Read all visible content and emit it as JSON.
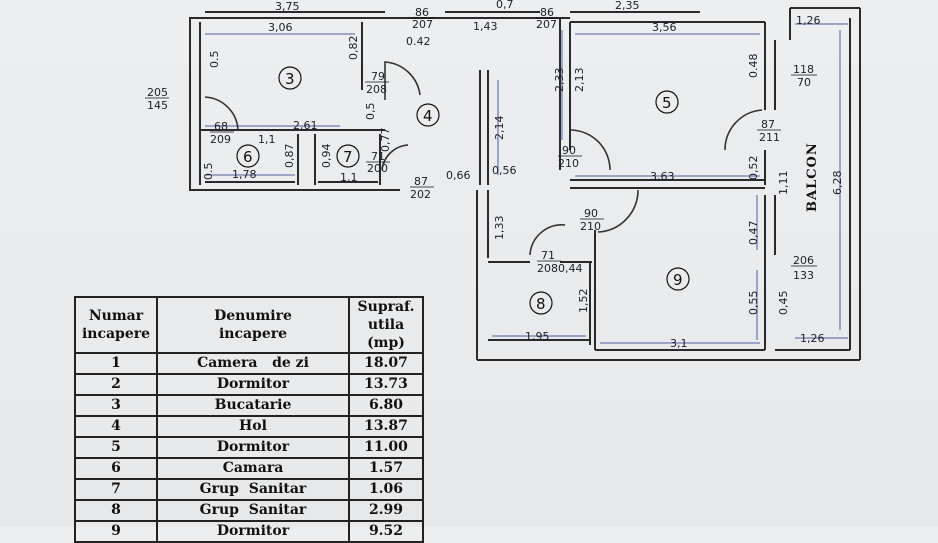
{
  "rooms": [
    {
      "num": "3"
    },
    {
      "num": "4"
    },
    {
      "num": "5"
    },
    {
      "num": "6"
    },
    {
      "num": "7"
    },
    {
      "num": "8"
    },
    {
      "num": "9"
    }
  ],
  "balcony_label": "BALCON",
  "dims": {
    "d375": "3,75",
    "d306": "3,06",
    "d082": "0,82",
    "d042": "0.42",
    "d05a": "0.5",
    "d261": "2,61",
    "d11a": "1,1",
    "d087": "0,87",
    "d05b": "0.5",
    "d178": "1,78",
    "d094": "0,94",
    "d11b": "1,1",
    "d05c": "0,5",
    "d077": "0,77",
    "d066": "0,66",
    "d056": "0,56",
    "d214": "2,14",
    "d133": "1,33",
    "d143": "1,43",
    "d07": "0,7",
    "d233": "2,33",
    "d213": "2,13",
    "d235": "2,35",
    "d356": "3,56",
    "d048": "0.48",
    "d126a": "1,26",
    "d363": "3,63",
    "d052": "0,52",
    "d111": "1,11",
    "d628": "6,28",
    "d047": "0,47",
    "d044": "0,44",
    "d152": "1,52",
    "d195": "1,95",
    "d31": "3,1",
    "d055": "0,55",
    "d045": "0,45",
    "d126b": "1,26"
  },
  "openings": [
    {
      "w": "86",
      "h": "207"
    },
    {
      "w": "86",
      "h": "207"
    },
    {
      "w": "205",
      "h": "145"
    },
    {
      "w": "79",
      "h": "208"
    },
    {
      "w": "68",
      "h": "209"
    },
    {
      "w": "71",
      "h": "200"
    },
    {
      "w": "87",
      "h": "202"
    },
    {
      "w": "90",
      "h": "210"
    },
    {
      "w": "90",
      "h": "210"
    },
    {
      "w": "71",
      "h": "208"
    },
    {
      "w": "118",
      "h": "70"
    },
    {
      "w": "87",
      "h": "211"
    },
    {
      "w": "206",
      "h": "133"
    }
  ],
  "table": {
    "headers": [
      {
        "l1": "Numar",
        "l2": "incapere"
      },
      {
        "l1": "Denumire",
        "l2": "incapere"
      },
      {
        "l1": "Supraf.",
        "l2": "utila",
        "l3": "(mp)"
      }
    ],
    "rows": [
      {
        "n": "1",
        "name": "Camera   de zi",
        "area": "18.07"
      },
      {
        "n": "2",
        "name": "Dormitor",
        "area": "13.73"
      },
      {
        "n": "3",
        "name": "Bucatarie",
        "area": "6.80"
      },
      {
        "n": "4",
        "name": "Hol",
        "area": "13.87"
      },
      {
        "n": "5",
        "name": "Dormitor",
        "area": "11.00"
      },
      {
        "n": "6",
        "name": "Camara",
        "area": "1.57"
      },
      {
        "n": "7",
        "name": "Grup  Sanitar",
        "area": "1.06"
      },
      {
        "n": "8",
        "name": "Grup  Sanitar",
        "area": "2.99"
      },
      {
        "n": "9",
        "name": "Dormitor",
        "area": "9.52"
      }
    ]
  }
}
